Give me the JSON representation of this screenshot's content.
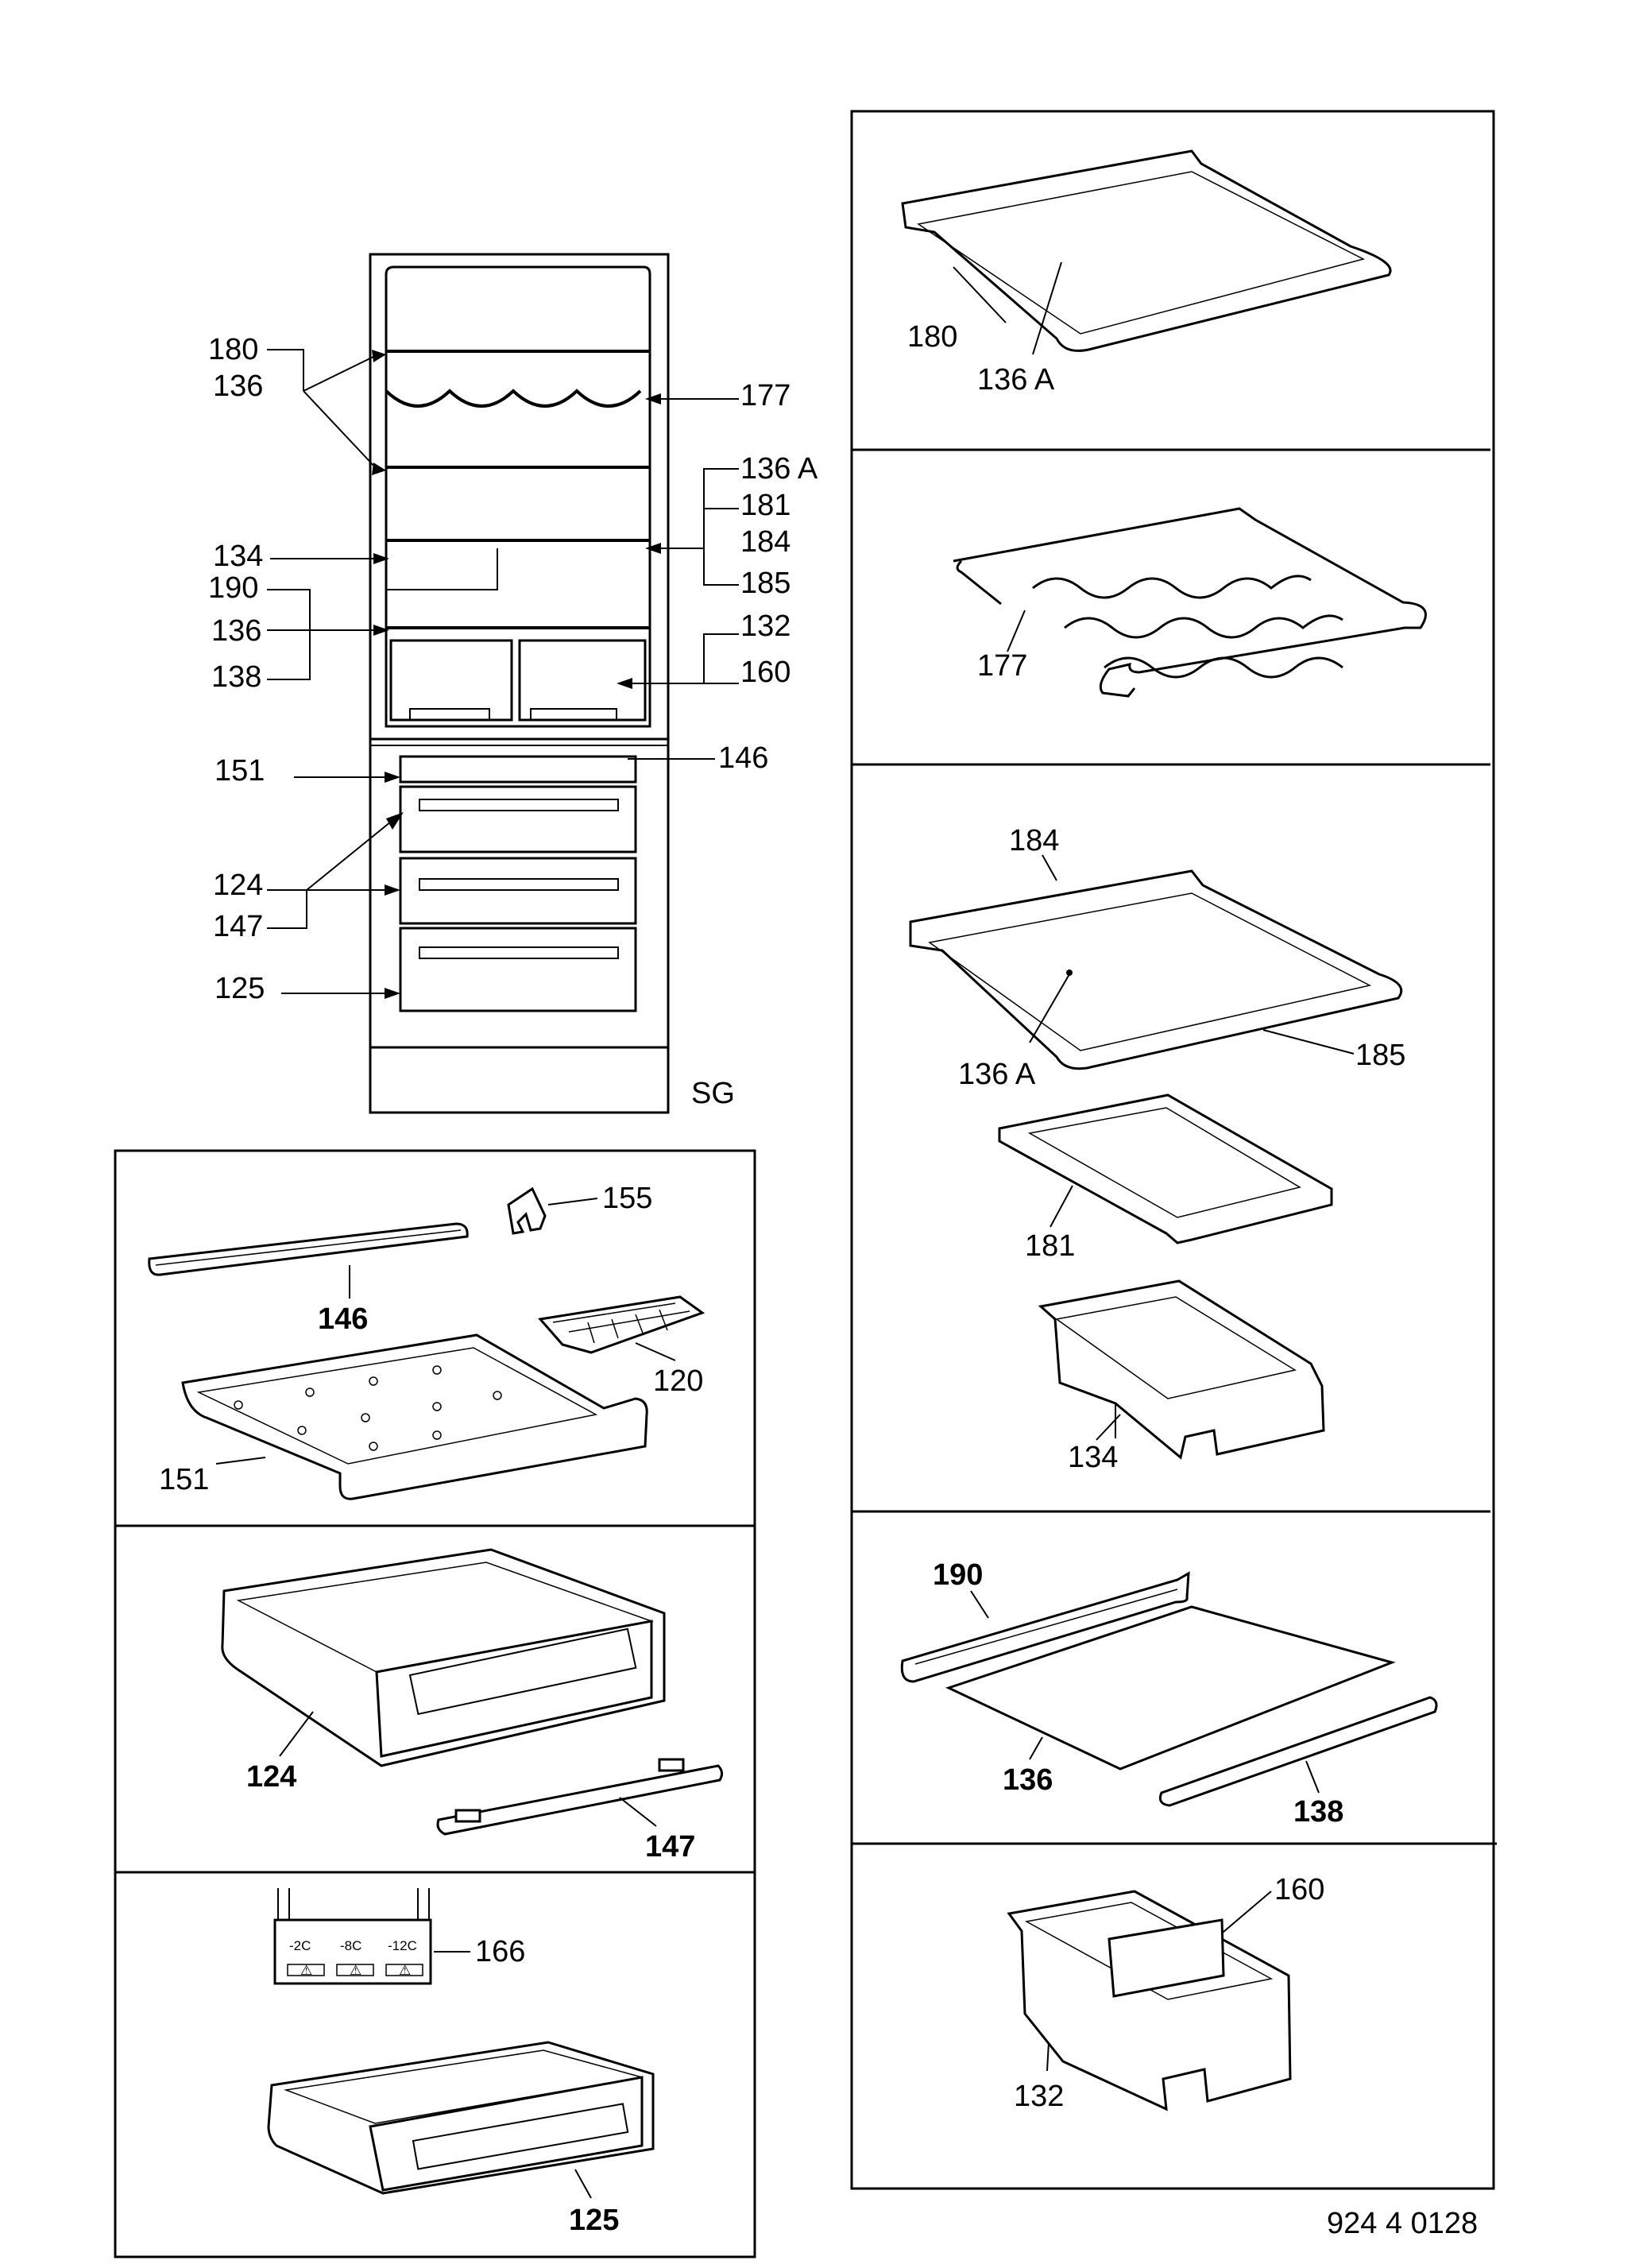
{
  "labels": {
    "l180": "180",
    "l136": "136",
    "l177": "177",
    "l136a": "136 A",
    "l181": "181",
    "l134": "134",
    "l184": "184",
    "l190": "190",
    "l185": "185",
    "l132": "132",
    "l138": "138",
    "l160": "160",
    "l151": "151",
    "l146": "146",
    "l124": "124",
    "l147": "147",
    "l125": "125",
    "lsg": "SG",
    "l155": "155",
    "l120": "120",
    "l166": "166"
  },
  "panel_labels": {
    "p180": "180",
    "p136a_1": "136 A",
    "p177": "177",
    "p184": "184",
    "p136a_2": "136 A",
    "p185": "185",
    "p181": "181",
    "p134": "134",
    "p190": "190",
    "p136": "136",
    "p138": "138",
    "p160": "160",
    "p132": "132",
    "p155": "155",
    "p146": "146",
    "p120": "120",
    "p151": "151",
    "p124": "124",
    "p147": "147",
    "p166": "166",
    "p125": "125"
  },
  "temperature_scale": [
    "-2C",
    "-8C",
    "-12C"
  ],
  "doc_number": "924 4 0128"
}
